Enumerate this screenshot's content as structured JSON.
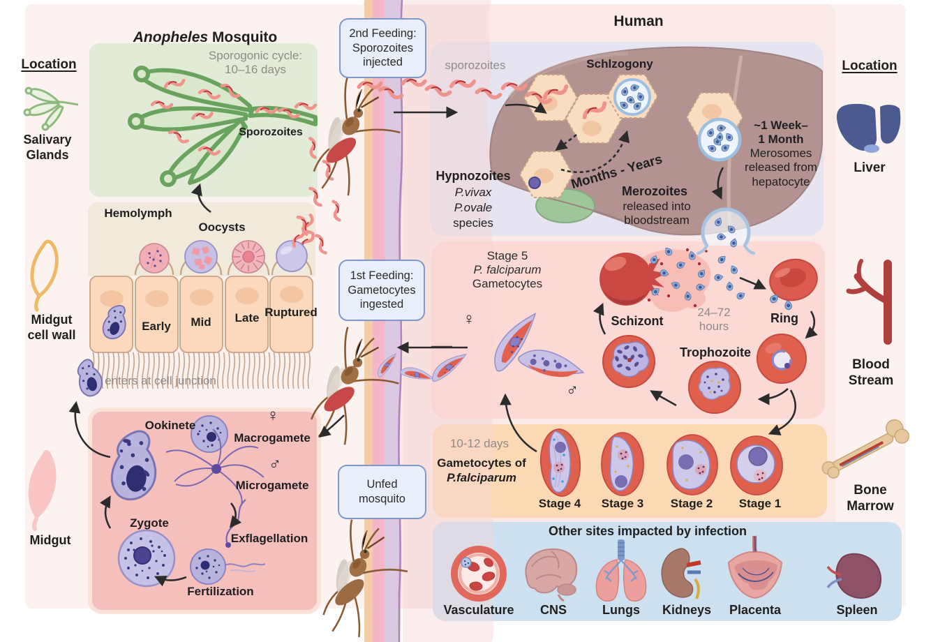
{
  "titles": {
    "mosquito_italic": "Anopheles",
    "mosquito_rest": " Mosquito",
    "human": "Human"
  },
  "left_legend": {
    "heading": "Location",
    "salivary": "Salivary\nGlands",
    "midgut_wall": "Midgut\ncell wall",
    "midgut": "Midgut"
  },
  "right_legend": {
    "heading": "Location",
    "liver": "Liver",
    "blood": "Blood\nStream",
    "bone": "Bone\nMarrow"
  },
  "salivary_box": {
    "cycle": "Sporogonic cycle:\n10–16 days",
    "sporozoites": "Sporozoites"
  },
  "midgut_wall_box": {
    "hemolymph": "Hemolymph",
    "oocysts": "Oocysts",
    "stage_early": "Early",
    "stage_mid": "Mid",
    "stage_late": "Late",
    "stage_ruptured": "Ruptured",
    "note": "enters at cell junction"
  },
  "gamete_box": {
    "ookinete": "Ookinete",
    "macrogamete": "Macrogamete",
    "microgamete": "Microgamete",
    "zygote": "Zygote",
    "exflagellation": "Exflagellation",
    "fertilization": "Fertilization",
    "female": "♀",
    "male": "♂"
  },
  "callouts": {
    "second_feeding": "2nd Feeding:\nSporozoites\ninjected",
    "first_feeding": "1st Feeding:\nGametocytes\ningested",
    "unfed": "Unfed\nmosquito"
  },
  "liver_box": {
    "sporozoites": "sporozoites",
    "schizogony": "Schlzogony",
    "hypnozoites_title": "Hypnozoites",
    "hypnozoites_sp1": "P.vivax",
    "hypnozoites_sp2": "P.ovale",
    "hypnozoites_sp3": "species",
    "months_years": "Months - Years",
    "merozoites_title": "Merozoites",
    "merozoites_sub": "released into\nbloodstream",
    "week_month": "~1 Week–\n1 Month",
    "merosomes_sub": "Merosomes\nreleased from\nhepatocyte"
  },
  "blood_box": {
    "stage5_line1": "Stage 5",
    "stage5_line2": "P. falciparum",
    "stage5_line3": "Gametocytes",
    "female": "♀",
    "male": "♂",
    "schizont": "Schizont",
    "hours": "24–72\nhours",
    "ring": "Ring",
    "trophozoite": "Trophozoite"
  },
  "gametocyte_box": {
    "days": "10-12 days",
    "title_bold": "Gametocytes of",
    "title_italic": "P.falciparum",
    "stages": [
      "Stage 4",
      "Stage 3",
      "Stage 2",
      "Stage 1"
    ]
  },
  "other_sites": {
    "title": "Other sites impacted by infection",
    "organs": [
      "Vasculature",
      "CNS",
      "Lungs",
      "Kidneys",
      "Placenta",
      "Spleen"
    ]
  },
  "palette": {
    "green_box": "#e1ebd7",
    "tan_box": "#f1eadb",
    "pink_box": "#f5bfbc",
    "lavender_box": "#e6e4f1",
    "blood_box": "#fbdad5",
    "orange_box": "#fcd9b5",
    "blue_box": "#cde0f0",
    "callout_border": "#8198cb",
    "rbc_red": "#df614d",
    "merozoite_blue": "#8fb0d8",
    "parasite_purple": "#b9b4dd"
  }
}
